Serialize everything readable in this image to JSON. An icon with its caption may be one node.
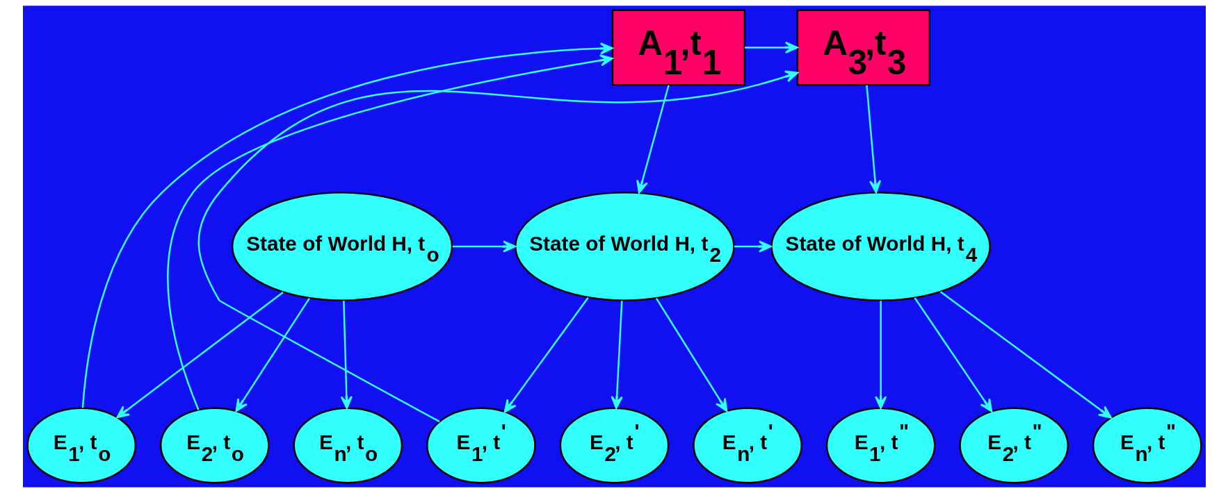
{
  "diagram": {
    "nodes": [
      {
        "text": [
          "A$_{1}$,t$_{1}$"
        ]
      },
      {
        "text": [
          "A$_{3}$,t$_{3}$"
        ]
      },
      {
        "text": [
          "State of World H, t$_{o}$"
        ]
      },
      {
        "text": [
          "State of World H, t$_{2}$"
        ]
      },
      {
        "text": [
          "State of World H, t$_{4}$"
        ]
      },
      {
        "text": [
          "E$_{1}$, t$_{o}$"
        ]
      },
      {
        "text": [
          "E$_{2}$, t$_{o}$"
        ]
      },
      {
        "text": [
          "E$_{n}$, t$_{o}$"
        ]
      },
      {
        "text": [
          "E$_{1}$, t$^{'}$"
        ]
      },
      {
        "text": [
          "E$_{2}$, t$^{'}$"
        ]
      },
      {
        "text": [
          "E$_{n}$, t$^{'}$"
        ]
      },
      {
        "text": [
          "E$_{1}$, t$^{\"}$"
        ]
      },
      {
        "text": [
          "E$_{2}$, t$^{\"}$"
        ]
      },
      {
        "text": [
          "E$_{n}$, t$^{\"}$"
        ]
      }
    ],
    "edges": [
      {
        "from": 0,
        "to": 1,
        "arrow": "to"
      },
      {
        "from": 0,
        "to": 3,
        "arrow": "to"
      },
      {
        "from": 1,
        "to": 4,
        "arrow": "to"
      },
      {
        "from": 5,
        "to": 0,
        "arrow": "to"
      },
      {
        "from": 6,
        "to": 0,
        "arrow": "to"
      },
      {
        "from": 8,
        "to": 1,
        "arrow": "to"
      },
      {
        "from": 2,
        "to": 3,
        "arrow": "to"
      },
      {
        "from": 3,
        "to": 4,
        "arrow": "to"
      },
      {
        "from": 2,
        "to": 5,
        "arrow": "to"
      },
      {
        "from": 2,
        "to": 6,
        "arrow": "to"
      },
      {
        "from": 2,
        "to": 7,
        "arrow": "to"
      },
      {
        "from": 3,
        "to": 8,
        "arrow": "to"
      },
      {
        "from": 3,
        "to": 9,
        "arrow": "to"
      },
      {
        "from": 3,
        "to": 10,
        "arrow": "to"
      },
      {
        "from": 4,
        "to": 11,
        "arrow": "to"
      },
      {
        "from": 4,
        "to": 12,
        "arrow": "to"
      },
      {
        "from": 4,
        "to": 13,
        "arrow": "to"
      }
    ]
  }
}
